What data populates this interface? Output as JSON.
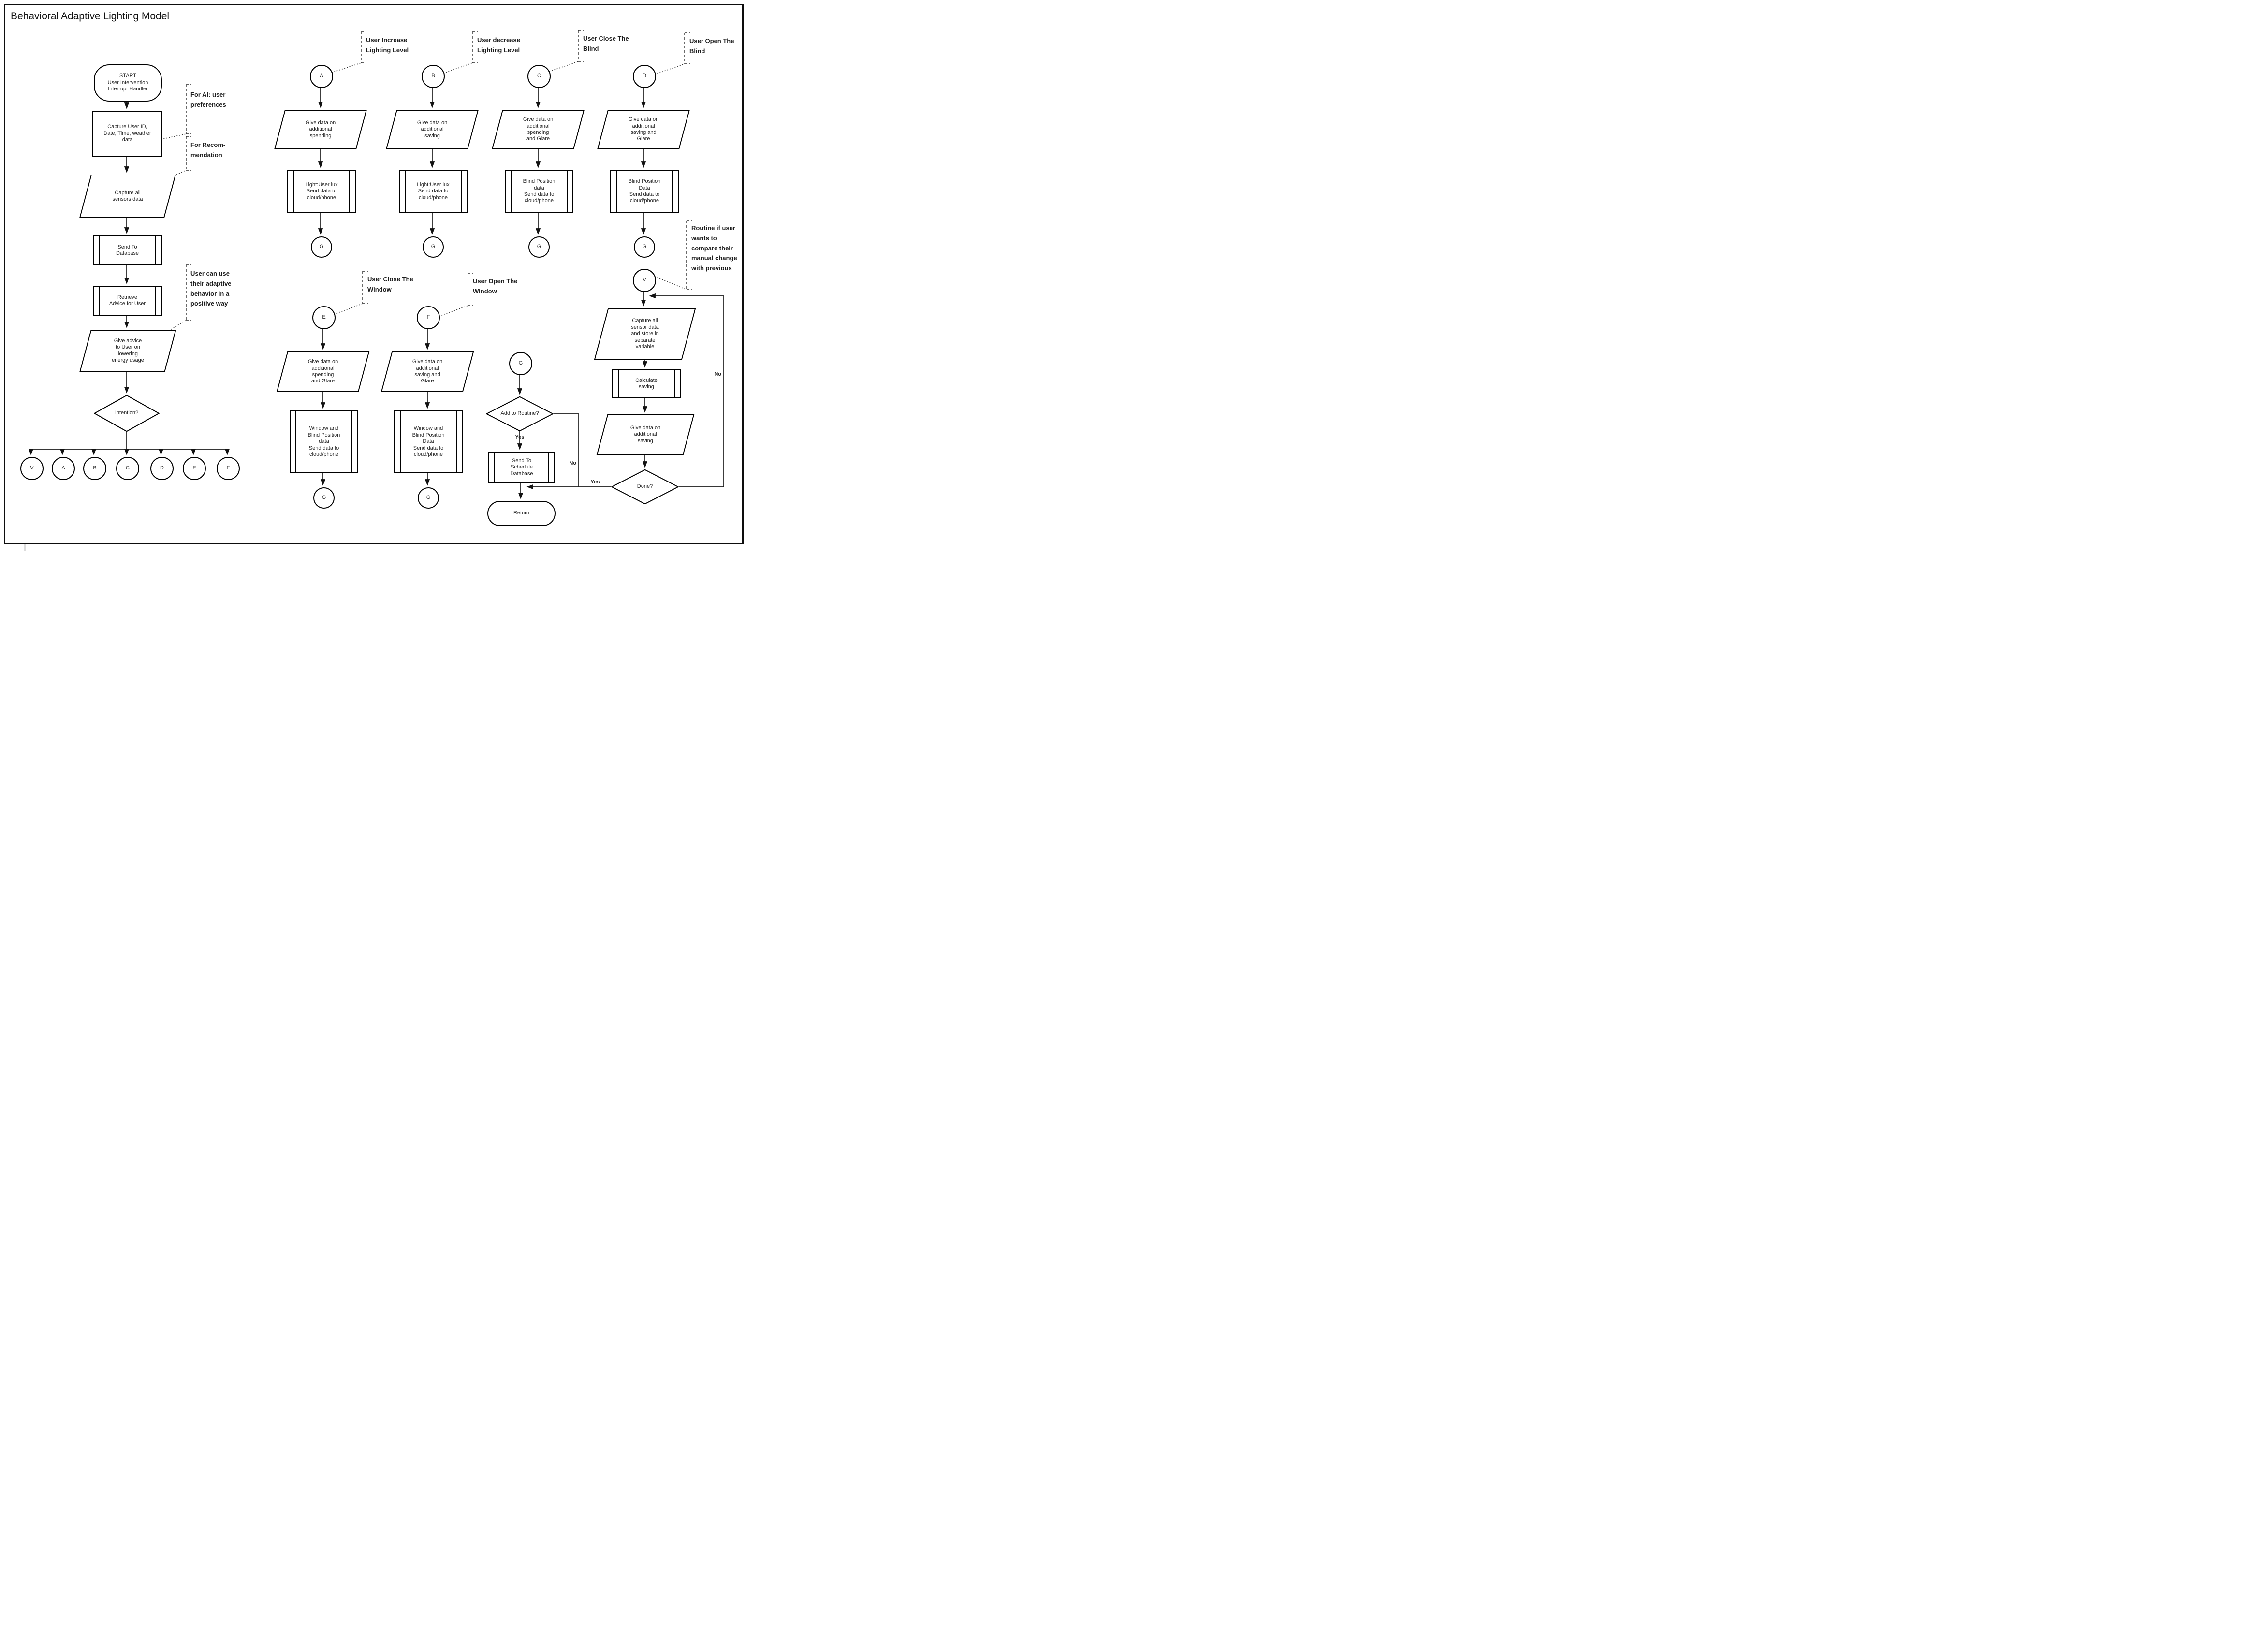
{
  "title": "Behavioral Adaptive Lighting Model",
  "main_flow": {
    "start": "START\nUser Intervention\nInterrupt Handler",
    "capture_user": "Capture User ID,\nDate, Time, weather\ndata",
    "capture_sensors": "Capture all\nsensors data",
    "send_to_database": "Send To\nDatabase",
    "retrieve_advice": "Retrieve\nAdvice for User",
    "give_advice": "Give advice\nto User on\nlowering\nenergy usage",
    "intention": "Intention?",
    "branch_connectors": [
      "V",
      "A",
      "B",
      "C",
      "D",
      "E",
      "F"
    ]
  },
  "annotations": {
    "ai": "For AI: user\npreferences",
    "recommendation": "For Recom-\nmendation",
    "adaptive": "User can use\ntheir adaptive\nbehavior in a\npositive way",
    "increase": "User Increase\nLighting Level",
    "decrease": "User decrease\nLighting Level",
    "close_blind": "User Close The\nBlind",
    "open_blind": "User Open The\nBlind",
    "close_window": "User Close The\nWindow",
    "open_window": "User Open The\nWindow",
    "routine_compare": "Routine if user\nwants to\ncompare their\nmanual change\nwith previous"
  },
  "chains": {
    "a": {
      "connector": "A",
      "io": "Give data on\nadditional\nspending",
      "process": "Light:User lux\nSend data to\ncloud/phone",
      "goto": "G"
    },
    "b": {
      "connector": "B",
      "io": "Give data on\nadditional\nsaving",
      "process": "Light:User lux\nSend data to\ncloud/phone",
      "goto": "G"
    },
    "c": {
      "connector": "C",
      "io": "Give data on\nadditional\nspending\nand Glare",
      "process": "Blind Position\ndata\nSend data to\ncloud/phone",
      "goto": "G"
    },
    "d": {
      "connector": "D",
      "io": "Give data on\nadditional\nsaving and\nGlare",
      "process": "Blind Position\nData\nSend data to\ncloud/phone",
      "goto": "G"
    },
    "e": {
      "connector": "E",
      "io": "Give data on\nadditional\nspending\nand Glare",
      "process": "Window and\nBlind Position\ndata\nSend data to\ncloud/phone",
      "goto": "G"
    },
    "f": {
      "connector": "F",
      "io": "Give data on\nadditional\nsaving and\nGlare",
      "process": "Window and\nBlind Position\nData\nSend data to\ncloud/phone",
      "goto": "G"
    }
  },
  "routine": {
    "connector": "G",
    "decision": "Add to Routine?",
    "yes_label": "Yes",
    "no_label": "No",
    "process": "Send To\nSchedule\nDatabase",
    "terminator": "Return"
  },
  "compare": {
    "connector": "V",
    "capture": "Capture all\nsensor data\nand store in\nseparate\nvariable",
    "calculate": "Calculate\nsaving",
    "give_data": "Give data on\nadditional\nsaving",
    "decision": "Done?",
    "no_label": "No",
    "yes_label": "Yes"
  }
}
